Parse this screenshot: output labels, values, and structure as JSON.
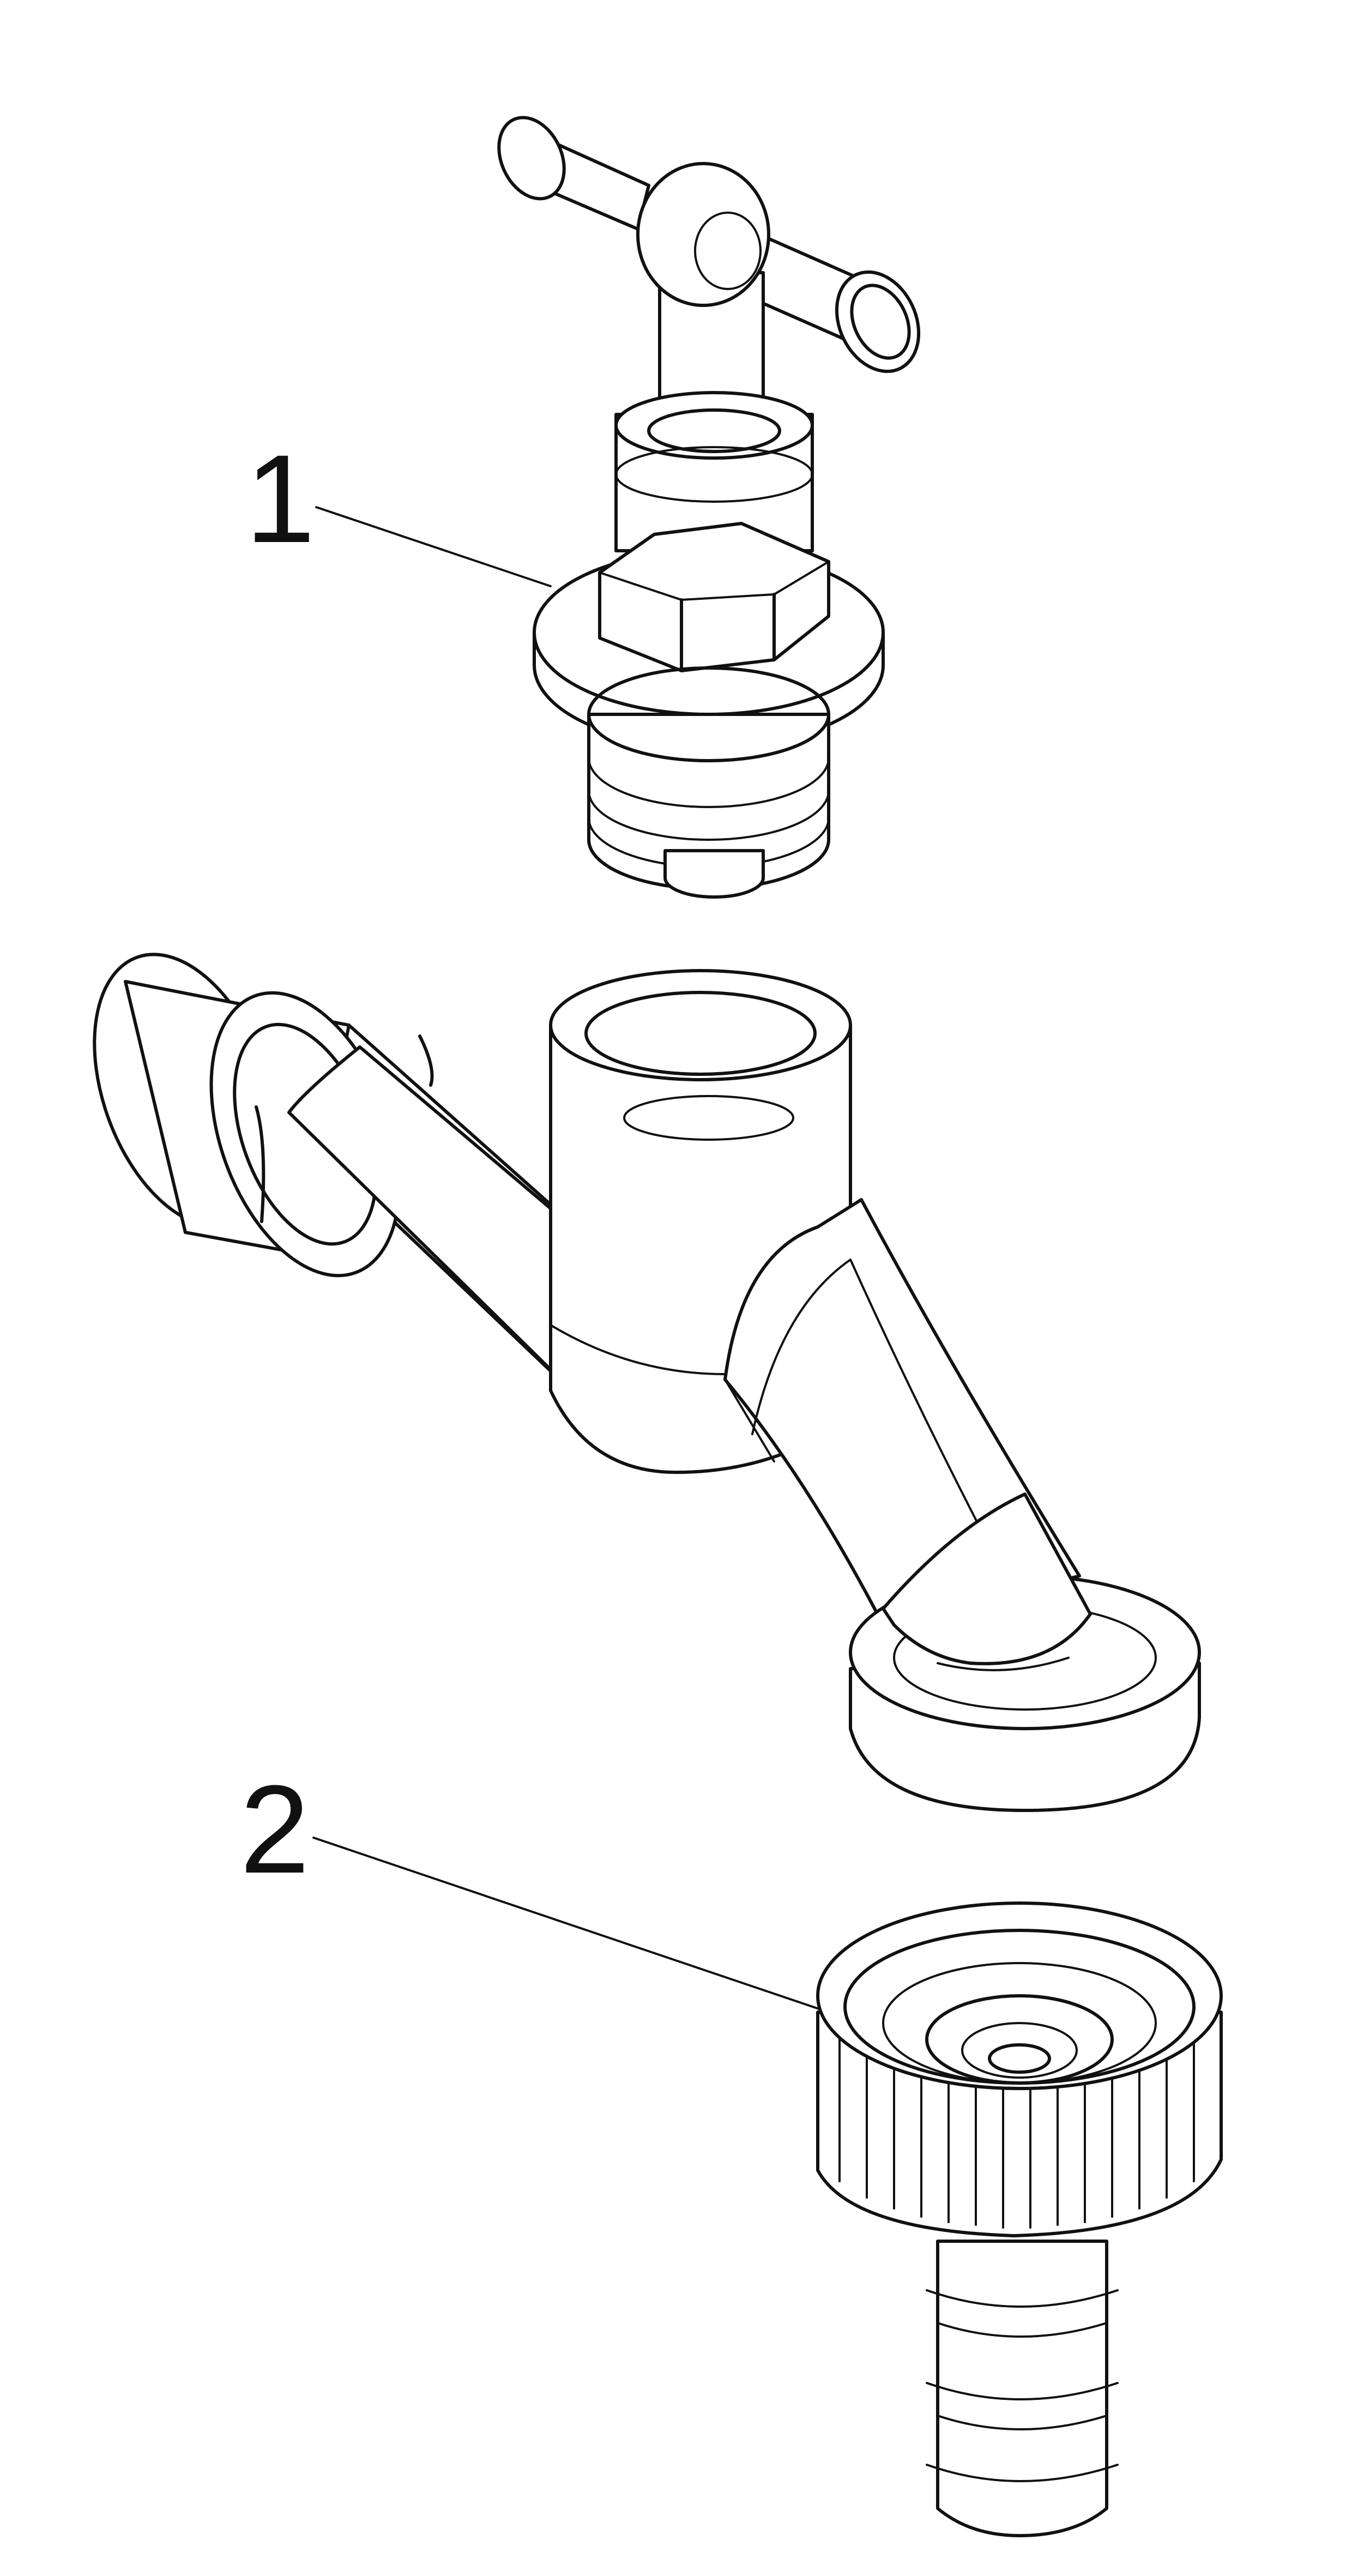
{
  "diagram": {
    "parts": [
      {
        "id": "1",
        "label": "1",
        "component": "valve-head"
      },
      {
        "id": "2",
        "label": "2",
        "component": "hose-connector"
      }
    ],
    "colors": {
      "line": "#111111",
      "background": "#ffffff"
    }
  }
}
